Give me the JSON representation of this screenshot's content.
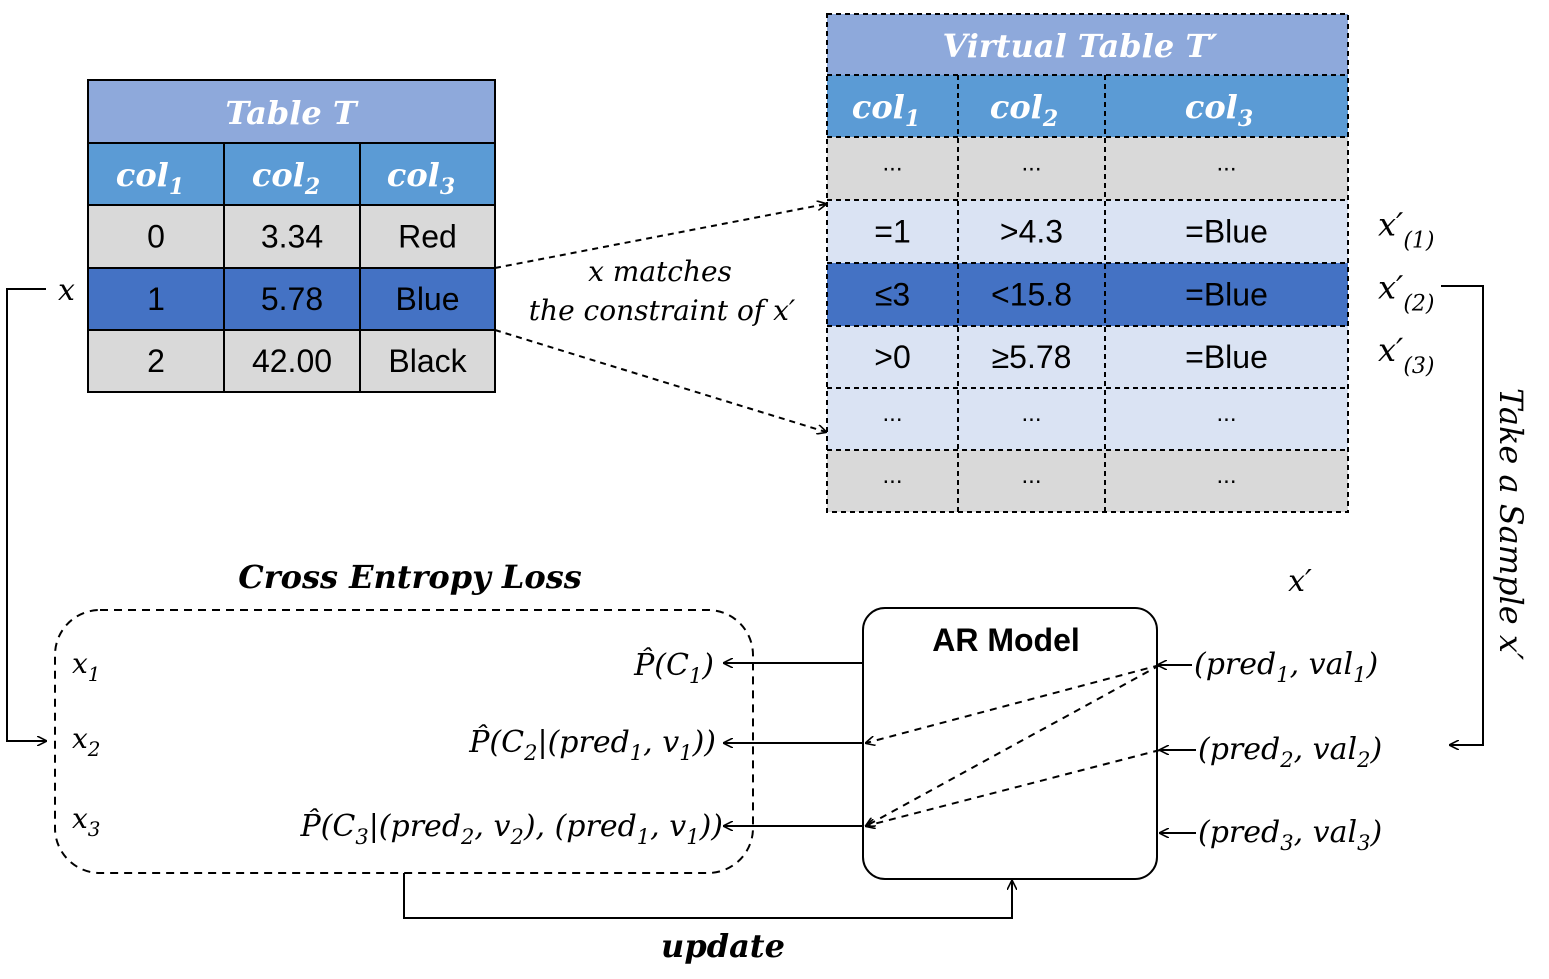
{
  "table_t": {
    "title": "Table T",
    "columns": [
      "col1",
      "col2",
      "col3"
    ],
    "rows": [
      [
        "0",
        "3.34",
        "Red"
      ],
      [
        "1",
        "5.78",
        "Blue"
      ],
      [
        "2",
        "42.00",
        "Black"
      ]
    ],
    "highlighted_row": 1
  },
  "virtual_table": {
    "title": "Virtual Table T′",
    "columns": [
      "col1",
      "col2",
      "col3"
    ],
    "rows": [
      [
        "...",
        "...",
        "..."
      ],
      [
        "=1",
        ">4.3",
        "=Blue"
      ],
      [
        "≤3",
        "<15.8",
        "=Blue"
      ],
      [
        ">0",
        "≥5.78",
        "=Blue"
      ],
      [
        "...",
        "...",
        "..."
      ],
      [
        "...",
        "...",
        "..."
      ]
    ],
    "row_labels": [
      "",
      "x′(1)",
      "x′(2)",
      "x′(3)",
      "",
      ""
    ],
    "highlighted_row": 2
  },
  "labels": {
    "x_input": "x",
    "matches_line1": "x matches",
    "matches_line2": "the constraint of x′",
    "take_sample": "Take a Sample x′",
    "x_prime": "x′",
    "cross_entropy": "Cross Entropy Loss",
    "ar_model": "AR Model",
    "update": "update"
  },
  "loss_box": {
    "targets": [
      "x1",
      "x2",
      "x3"
    ],
    "probabilities": [
      "P̂(C1)",
      "P̂(C2|(pred1, v1))",
      "P̂(C3|(pred2, v2), (pred1, v1))"
    ]
  },
  "inputs": [
    "(pred1, val1)",
    "(pred2, val2)",
    "(pred3, val3)"
  ],
  "colors": {
    "title_bg": "#8ea9db",
    "header_bg": "#5b9bd5",
    "highlight_bg": "#4472c4",
    "gray_bg": "#d9d9d9",
    "light_blue_bg": "#dae3f3",
    "border": "#000000"
  }
}
